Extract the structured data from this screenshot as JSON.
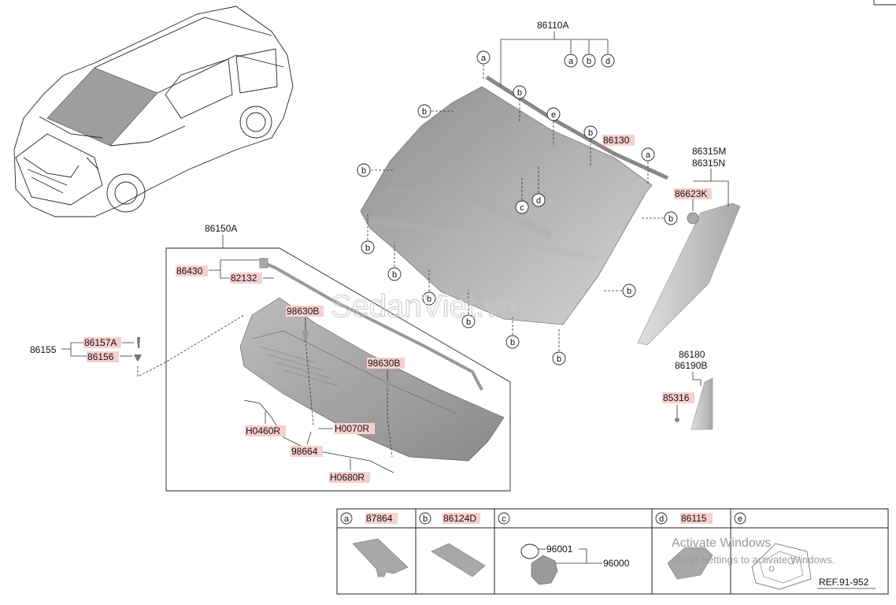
{
  "part_labels": {
    "p86110A": "86110A",
    "p86130": "86130",
    "p86315M": "86315M",
    "p86315N": "86315N",
    "p86623K": "86623K",
    "p86150A": "86150A",
    "p86430": "86430",
    "p82132": "82132",
    "p98630B_1": "98630B",
    "p98630B_2": "98630B",
    "p86155": "86155",
    "p86157A": "86157A",
    "p86156": "86156",
    "pH0460R": "H0460R",
    "pH0070R": "H0070R",
    "p98664": "98664",
    "pH0680R": "H0680R",
    "p86180": "86180",
    "p86190B": "86190B",
    "p85316": "85316"
  },
  "callouts": {
    "a": "a",
    "b": "b",
    "c": "c",
    "d": "d",
    "e": "e"
  },
  "legend": {
    "cells": [
      {
        "letter": "a",
        "part": "87864"
      },
      {
        "letter": "b",
        "part": "86124D"
      },
      {
        "letter": "c",
        "part": ""
      },
      {
        "letter": "d",
        "part": "86115"
      },
      {
        "letter": "e",
        "part": ""
      }
    ],
    "c_part_1": "96001",
    "c_part_2": "96000",
    "e_ref": "REF.91-952"
  },
  "watermark": "SedanViet.vn",
  "activation": {
    "title": "Activate Windows",
    "subtitle": "Go to Settings to activate Windows."
  }
}
